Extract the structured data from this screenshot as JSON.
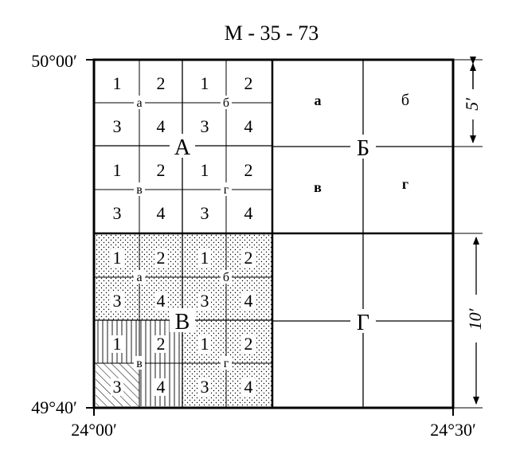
{
  "title": "M - 35 - 73",
  "corners": {
    "top_left_lat": "50°00′",
    "bottom_left_lat": "49°40′",
    "bottom_left_lon": "24°00′",
    "bottom_right_lon": "24°30′"
  },
  "scale_labels": {
    "five_min": "5′",
    "ten_min": "10′"
  },
  "quadrants": {
    "A": "А",
    "B": "Б",
    "V": "В",
    "G": "Г"
  },
  "sub_letters": [
    "а",
    "б",
    "в",
    "г"
  ],
  "cell_numbers": [
    "1",
    "2",
    "3",
    "4"
  ]
}
